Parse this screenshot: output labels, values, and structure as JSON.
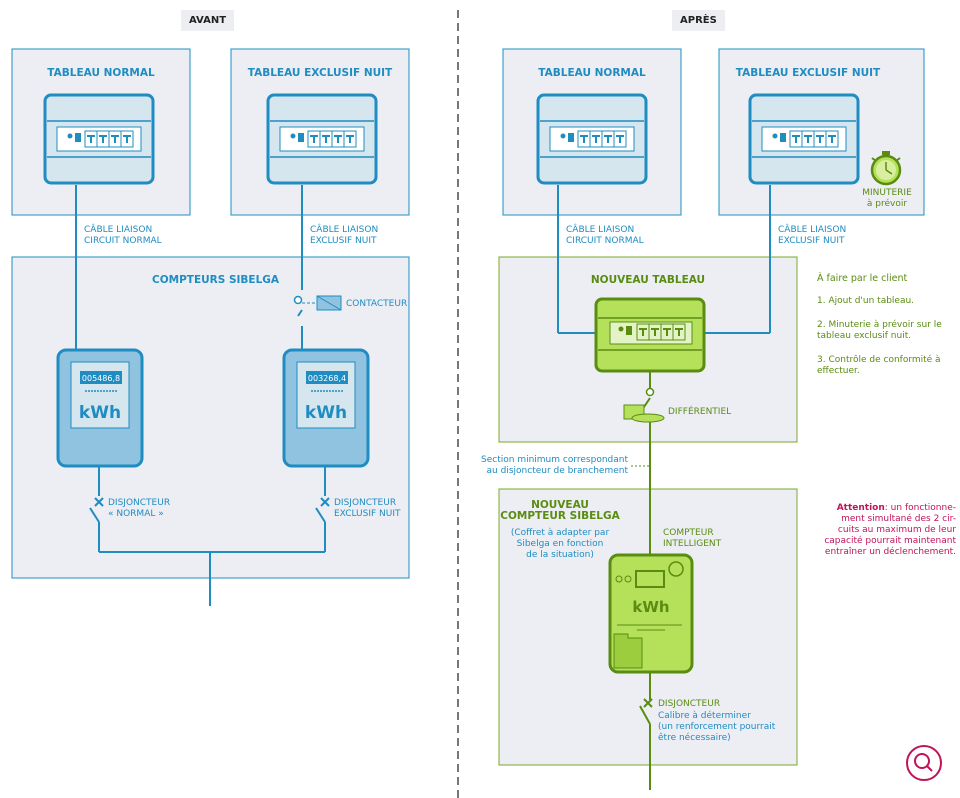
{
  "header": {
    "before": "AVANT",
    "after": "APRÈS"
  },
  "left": {
    "panel_normal": "TABLEAU NORMAL",
    "panel_night": "TABLEAU EXCLUSIF NUIT",
    "cable_normal": "CÂBLE LIAISON\nCIRCUIT NORMAL",
    "cable_night": "CÂBLE LIAISON\nEXCLUSIF NUIT",
    "meters_title": "COMPTEURS SIBELGA",
    "contactor": "CONTACTEUR",
    "meter_normal_reading": "005486,8",
    "meter_night_reading": "003268,4",
    "meter_unit": "kWh",
    "breaker_normal": "DISJONCTEUR\n« NORMAL »",
    "breaker_night": "DISJONCTEUR\nEXCLUSIF NUIT"
  },
  "right": {
    "panel_normal": "TABLEAU NORMAL",
    "panel_night": "TABLEAU EXCLUSIF NUIT",
    "timer": "MINUTERIE\nà prévoir",
    "cable_normal": "CÂBLE LIAISON\nCIRCUIT NORMAL",
    "cable_night": "CÂBLE LIAISON\nEXCLUSIF NUIT",
    "new_panel_title": "NOUVEAU TABLEAU",
    "differential": "DIFFÉRENTIEL",
    "section_note": "Section minimum correspondant\nau disjoncteur de branchement",
    "new_meter_title": "NOUVEAU\nCOMPTEUR SIBELGA",
    "new_meter_sub": "(Coffret à adapter par\nSibelga en fonction\nde la situation)",
    "smart_meter": "COMPTEUR\nINTELLIGENT",
    "meter_unit": "kWh",
    "breaker_title": "DISJONCTEUR",
    "breaker_text": "Calibre à déterminer\n(un renforcement pourrait\nêtre nécessaire)"
  },
  "client_todo": {
    "title": "À faire par le client",
    "item1": "1. Ajout d'un tableau.",
    "item2": "2. Minuterie à prévoir sur le\ntableau exclusif nuit.",
    "item3": "3. Contrôle de conformité à\neffectuer."
  },
  "warning": {
    "label": "Attention",
    "text": ": un fonctionne-\nment simultané des 2 cir-\ncuits au maximum de leur\ncapacité pourrait maintenant\nentraîner un déclenchement."
  },
  "colors": {
    "blue": "#1f8cc2",
    "blue_fill": "#8fc3e0",
    "green": "#5a8c12",
    "green_fill": "#b5e05a",
    "magenta": "#c0145a",
    "panel_bg": "#eceef4"
  },
  "icons": [
    "timer-icon",
    "search-icon",
    "contactor-icon",
    "switch-icon"
  ]
}
